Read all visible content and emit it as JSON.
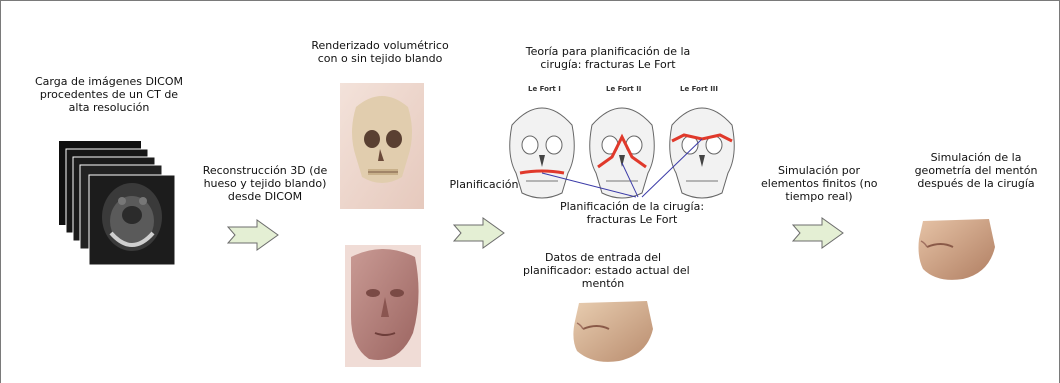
{
  "step1": {
    "lines": [
      "Carga de imágenes DICOM",
      "procedentes de un CT de",
      "alta resolución"
    ]
  },
  "step2": {
    "lines": [
      "Reconstrucción 3D (de",
      "hueso y tejido blando)",
      "desde DICOM"
    ]
  },
  "render": {
    "lines": [
      "Renderizado volumétrico",
      "con  o sin tejido blando"
    ]
  },
  "planning_label": "Planificación",
  "theory": {
    "lines": [
      "Teoría para planificación de la",
      "cirugía: fracturas Le Fort"
    ]
  },
  "lefort_labels": [
    "Le Fort I",
    "Le Fort II",
    "Le Fort III"
  ],
  "planning_caption": {
    "lines": [
      "Planificación de la cirugía:",
      "fracturas Le Fort"
    ]
  },
  "input": {
    "lines": [
      "Datos de entrada del",
      "planificador: estado actual del",
      "mentón"
    ]
  },
  "simulation": {
    "lines": [
      "Simulación por",
      "elementos finitos (no",
      "tiempo real)"
    ]
  },
  "result": {
    "lines": [
      "Simulación de la",
      "geometría del mentón",
      "después de la cirugía"
    ]
  },
  "colors": {
    "arrow_fill": "#e4efd4",
    "arrow_stroke": "#6c6c6c",
    "frame": "#7a7a7a"
  }
}
